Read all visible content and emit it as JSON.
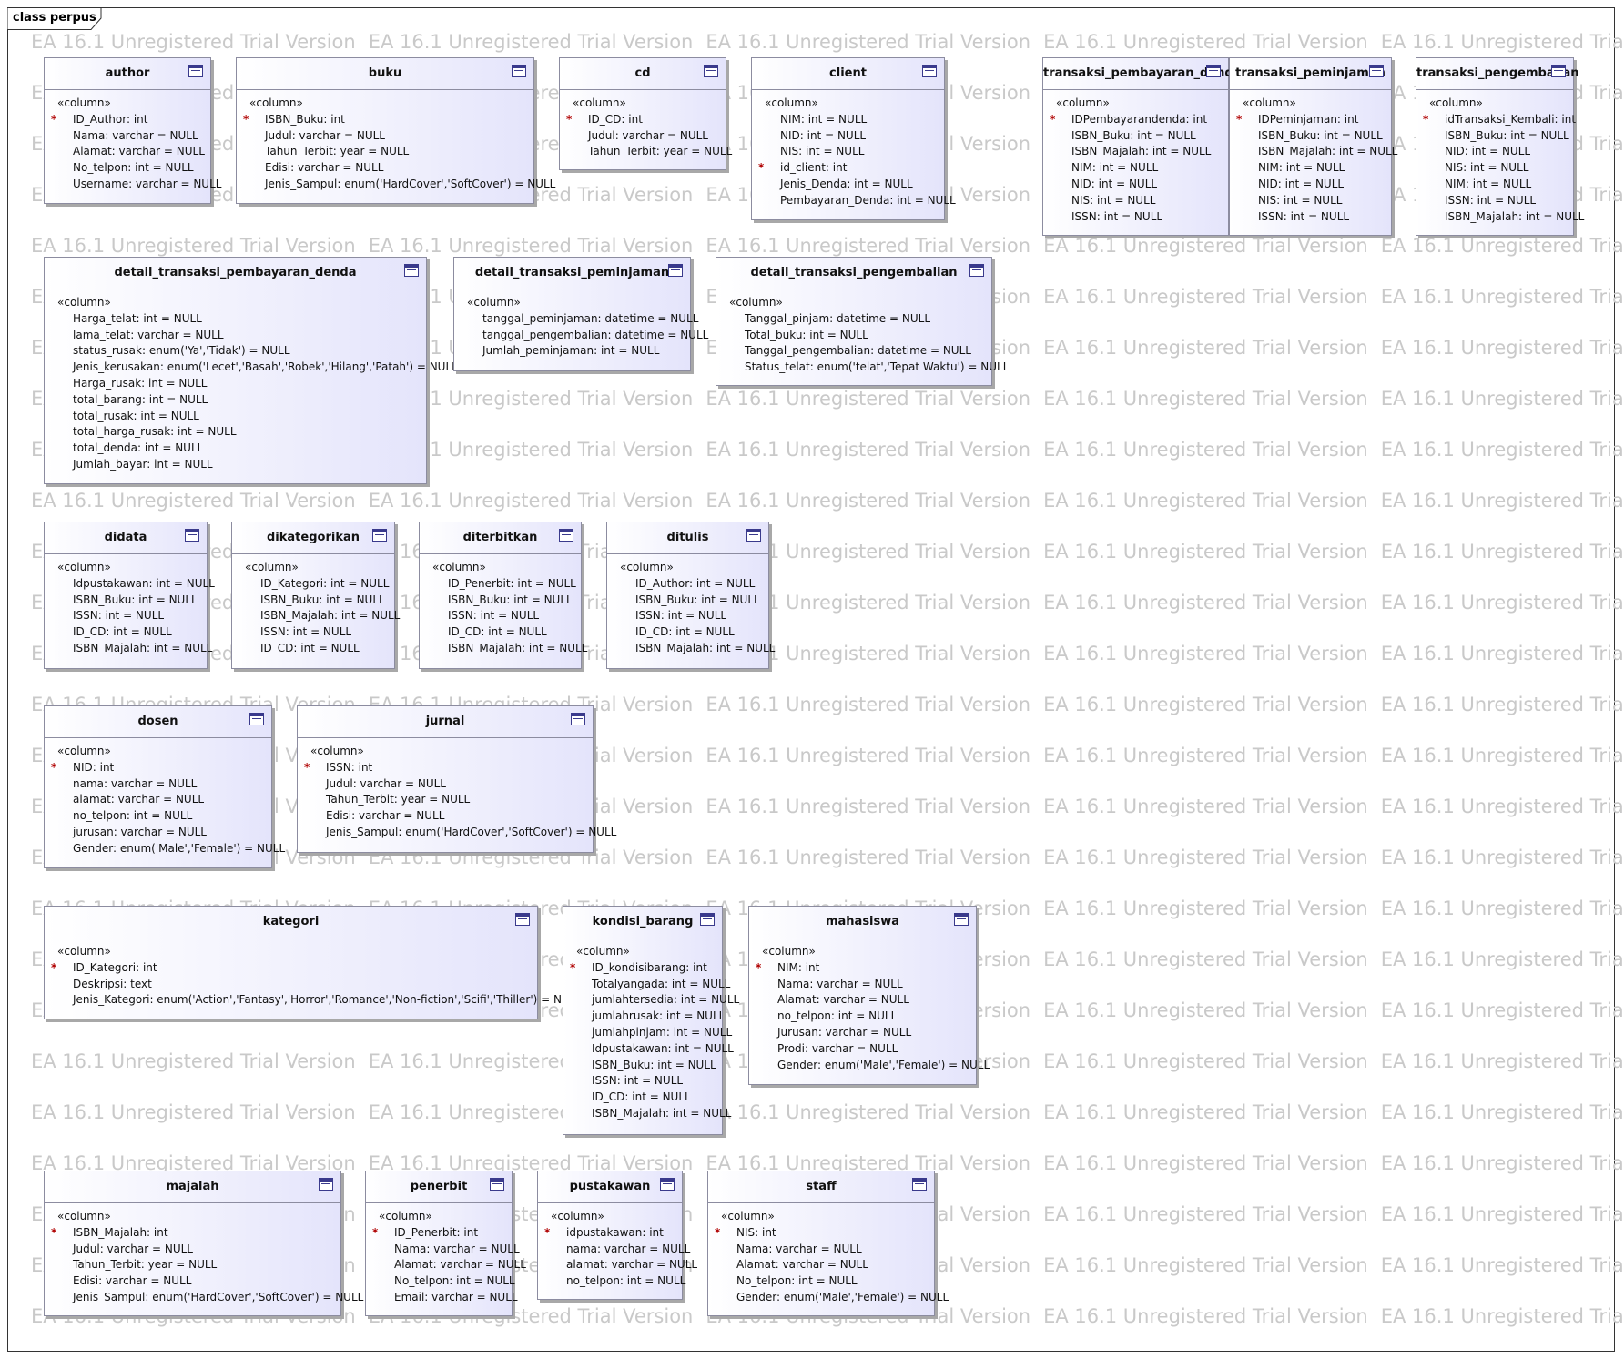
{
  "diagram": {
    "title": "class perpus"
  },
  "watermark": {
    "text": "EA 16.1 Unregistered Trial Version"
  },
  "entities": [
    {
      "name": "author",
      "stereotype": "«column»",
      "attributes": [
        {
          "pk": true,
          "text": "ID_Author: int"
        },
        {
          "pk": false,
          "text": "Nama: varchar = NULL"
        },
        {
          "pk": false,
          "text": "Alamat: varchar = NULL"
        },
        {
          "pk": false,
          "text": "No_telpon: int = NULL"
        },
        {
          "pk": false,
          "text": "Username: varchar = NULL"
        }
      ]
    },
    {
      "name": "buku",
      "stereotype": "«column»",
      "attributes": [
        {
          "pk": true,
          "text": "ISBN_Buku: int"
        },
        {
          "pk": false,
          "text": "Judul: varchar = NULL"
        },
        {
          "pk": false,
          "text": "Tahun_Terbit: year = NULL"
        },
        {
          "pk": false,
          "text": "Edisi: varchar = NULL"
        },
        {
          "pk": false,
          "text": "Jenis_Sampul: enum('HardCover','SoftCover') = NULL"
        }
      ]
    },
    {
      "name": "cd",
      "stereotype": "«column»",
      "attributes": [
        {
          "pk": true,
          "text": "ID_CD: int"
        },
        {
          "pk": false,
          "text": "Judul: varchar = NULL"
        },
        {
          "pk": false,
          "text": "Tahun_Terbit: year = NULL"
        }
      ]
    },
    {
      "name": "client",
      "stereotype": "«column»",
      "attributes": [
        {
          "pk": false,
          "text": "NIM: int = NULL"
        },
        {
          "pk": false,
          "text": "NID: int = NULL"
        },
        {
          "pk": false,
          "text": "NIS: int = NULL"
        },
        {
          "pk": true,
          "text": "id_client: int"
        },
        {
          "pk": false,
          "text": "Jenis_Denda: int = NULL"
        },
        {
          "pk": false,
          "text": "Pembayaran_Denda: int = NULL"
        }
      ]
    },
    {
      "name": "transaksi_pembayaran_denda",
      "stereotype": "«column»",
      "attributes": [
        {
          "pk": true,
          "text": "IDPembayarandenda: int"
        },
        {
          "pk": false,
          "text": "ISBN_Buku: int = NULL"
        },
        {
          "pk": false,
          "text": "ISBN_Majalah: int = NULL"
        },
        {
          "pk": false,
          "text": "NIM: int = NULL"
        },
        {
          "pk": false,
          "text": "NID: int = NULL"
        },
        {
          "pk": false,
          "text": "NIS: int = NULL"
        },
        {
          "pk": false,
          "text": "ISSN: int = NULL"
        }
      ]
    },
    {
      "name": "transaksi_peminjaman",
      "stereotype": "«column»",
      "attributes": [
        {
          "pk": true,
          "text": "IDPeminjaman: int"
        },
        {
          "pk": false,
          "text": "ISBN_Buku: int = NULL"
        },
        {
          "pk": false,
          "text": "ISBN_Majalah: int = NULL"
        },
        {
          "pk": false,
          "text": "NIM: int = NULL"
        },
        {
          "pk": false,
          "text": "NID: int = NULL"
        },
        {
          "pk": false,
          "text": "NIS: int = NULL"
        },
        {
          "pk": false,
          "text": "ISSN: int = NULL"
        }
      ]
    },
    {
      "name": "transaksi_pengembalian",
      "stereotype": "«column»",
      "attributes": [
        {
          "pk": true,
          "text": "idTransaksi_Kembali: int"
        },
        {
          "pk": false,
          "text": "ISBN_Buku: int = NULL"
        },
        {
          "pk": false,
          "text": "NID: int = NULL"
        },
        {
          "pk": false,
          "text": "NIS: int = NULL"
        },
        {
          "pk": false,
          "text": "NIM: int = NULL"
        },
        {
          "pk": false,
          "text": "ISSN: int = NULL"
        },
        {
          "pk": false,
          "text": "ISBN_Majalah: int = NULL"
        }
      ]
    },
    {
      "name": "detail_transaksi_pembayaran_denda",
      "stereotype": "«column»",
      "attributes": [
        {
          "pk": false,
          "text": "Harga_telat: int = NULL"
        },
        {
          "pk": false,
          "text": "lama_telat: varchar = NULL"
        },
        {
          "pk": false,
          "text": "status_rusak: enum('Ya','Tidak') = NULL"
        },
        {
          "pk": false,
          "text": "Jenis_kerusakan: enum('Lecet','Basah','Robek','Hilang','Patah') = NULL"
        },
        {
          "pk": false,
          "text": "Harga_rusak: int = NULL"
        },
        {
          "pk": false,
          "text": "total_barang: int = NULL"
        },
        {
          "pk": false,
          "text": "total_rusak: int = NULL"
        },
        {
          "pk": false,
          "text": "total_harga_rusak: int = NULL"
        },
        {
          "pk": false,
          "text": "total_denda: int = NULL"
        },
        {
          "pk": false,
          "text": "Jumlah_bayar: int = NULL"
        }
      ]
    },
    {
      "name": "detail_transaksi_peminjaman",
      "stereotype": "«column»",
      "attributes": [
        {
          "pk": false,
          "text": "tanggal_peminjaman: datetime = NULL"
        },
        {
          "pk": false,
          "text": "tanggal_pengembalian: datetime = NULL"
        },
        {
          "pk": false,
          "text": "Jumlah_peminjaman: int = NULL"
        }
      ]
    },
    {
      "name": "detail_transaksi_pengembalian",
      "stereotype": "«column»",
      "attributes": [
        {
          "pk": false,
          "text": "Tanggal_pinjam: datetime = NULL"
        },
        {
          "pk": false,
          "text": "Total_buku: int = NULL"
        },
        {
          "pk": false,
          "text": "Tanggal_pengembalian: datetime = NULL"
        },
        {
          "pk": false,
          "text": "Status_telat: enum('telat','Tepat Waktu') = NULL"
        }
      ]
    },
    {
      "name": "didata",
      "stereotype": "«column»",
      "attributes": [
        {
          "pk": false,
          "text": "Idpustakawan: int = NULL"
        },
        {
          "pk": false,
          "text": "ISBN_Buku: int = NULL"
        },
        {
          "pk": false,
          "text": "ISSN: int = NULL"
        },
        {
          "pk": false,
          "text": "ID_CD: int = NULL"
        },
        {
          "pk": false,
          "text": "ISBN_Majalah: int = NULL"
        }
      ]
    },
    {
      "name": "dikategorikan",
      "stereotype": "«column»",
      "attributes": [
        {
          "pk": false,
          "text": "ID_Kategori: int = NULL"
        },
        {
          "pk": false,
          "text": "ISBN_Buku: int = NULL"
        },
        {
          "pk": false,
          "text": "ISBN_Majalah: int = NULL"
        },
        {
          "pk": false,
          "text": "ISSN: int = NULL"
        },
        {
          "pk": false,
          "text": "ID_CD: int = NULL"
        }
      ]
    },
    {
      "name": "diterbitkan",
      "stereotype": "«column»",
      "attributes": [
        {
          "pk": false,
          "text": "ID_Penerbit: int = NULL"
        },
        {
          "pk": false,
          "text": "ISBN_Buku: int = NULL"
        },
        {
          "pk": false,
          "text": "ISSN: int = NULL"
        },
        {
          "pk": false,
          "text": "ID_CD: int = NULL"
        },
        {
          "pk": false,
          "text": "ISBN_Majalah: int = NULL"
        }
      ]
    },
    {
      "name": "ditulis",
      "stereotype": "«column»",
      "attributes": [
        {
          "pk": false,
          "text": "ID_Author: int = NULL"
        },
        {
          "pk": false,
          "text": "ISBN_Buku: int = NULL"
        },
        {
          "pk": false,
          "text": "ISSN: int = NULL"
        },
        {
          "pk": false,
          "text": "ID_CD: int = NULL"
        },
        {
          "pk": false,
          "text": "ISBN_Majalah: int = NULL"
        }
      ]
    },
    {
      "name": "dosen",
      "stereotype": "«column»",
      "attributes": [
        {
          "pk": true,
          "text": "NID: int"
        },
        {
          "pk": false,
          "text": "nama: varchar = NULL"
        },
        {
          "pk": false,
          "text": "alamat: varchar = NULL"
        },
        {
          "pk": false,
          "text": "no_telpon: int = NULL"
        },
        {
          "pk": false,
          "text": "jurusan: varchar = NULL"
        },
        {
          "pk": false,
          "text": "Gender: enum('Male','Female') = NULL"
        }
      ]
    },
    {
      "name": "jurnal",
      "stereotype": "«column»",
      "attributes": [
        {
          "pk": true,
          "text": "ISSN: int"
        },
        {
          "pk": false,
          "text": "Judul: varchar = NULL"
        },
        {
          "pk": false,
          "text": "Tahun_Terbit: year = NULL"
        },
        {
          "pk": false,
          "text": "Edisi: varchar = NULL"
        },
        {
          "pk": false,
          "text": "Jenis_Sampul: enum('HardCover','SoftCover') = NULL"
        }
      ]
    },
    {
      "name": "kategori",
      "stereotype": "«column»",
      "attributes": [
        {
          "pk": true,
          "text": "ID_Kategori: int"
        },
        {
          "pk": false,
          "text": "Deskripsi: text"
        },
        {
          "pk": false,
          "text": "Jenis_Kategori: enum('Action','Fantasy','Horror','Romance','Non-fiction','Scifi','Thiller') = NULL"
        }
      ]
    },
    {
      "name": "kondisi_barang",
      "stereotype": "«column»",
      "attributes": [
        {
          "pk": true,
          "text": "ID_kondisibarang: int"
        },
        {
          "pk": false,
          "text": "Totalyangada: int = NULL"
        },
        {
          "pk": false,
          "text": "jumlahtersedia: int = NULL"
        },
        {
          "pk": false,
          "text": "jumlahrusak: int = NULL"
        },
        {
          "pk": false,
          "text": "jumlahpinjam: int = NULL"
        },
        {
          "pk": false,
          "text": "Idpustakawan: int = NULL"
        },
        {
          "pk": false,
          "text": "ISBN_Buku: int = NULL"
        },
        {
          "pk": false,
          "text": "ISSN: int = NULL"
        },
        {
          "pk": false,
          "text": "ID_CD: int = NULL"
        },
        {
          "pk": false,
          "text": "ISBN_Majalah: int = NULL"
        }
      ]
    },
    {
      "name": "mahasiswa",
      "stereotype": "«column»",
      "attributes": [
        {
          "pk": true,
          "text": "NIM: int"
        },
        {
          "pk": false,
          "text": "Nama: varchar = NULL"
        },
        {
          "pk": false,
          "text": "Alamat: varchar = NULL"
        },
        {
          "pk": false,
          "text": "no_telpon: int = NULL"
        },
        {
          "pk": false,
          "text": "Jurusan: varchar = NULL"
        },
        {
          "pk": false,
          "text": "Prodi: varchar = NULL"
        },
        {
          "pk": false,
          "text": "Gender: enum('Male','Female') = NULL"
        }
      ]
    },
    {
      "name": "majalah",
      "stereotype": "«column»",
      "attributes": [
        {
          "pk": true,
          "text": "ISBN_Majalah: int"
        },
        {
          "pk": false,
          "text": "Judul: varchar = NULL"
        },
        {
          "pk": false,
          "text": "Tahun_Terbit: year = NULL"
        },
        {
          "pk": false,
          "text": "Edisi: varchar = NULL"
        },
        {
          "pk": false,
          "text": "Jenis_Sampul: enum('HardCover','SoftCover') = NULL"
        }
      ]
    },
    {
      "name": "penerbit",
      "stereotype": "«column»",
      "attributes": [
        {
          "pk": true,
          "text": "ID_Penerbit: int"
        },
        {
          "pk": false,
          "text": "Nama: varchar = NULL"
        },
        {
          "pk": false,
          "text": "Alamat: varchar = NULL"
        },
        {
          "pk": false,
          "text": "No_telpon: int = NULL"
        },
        {
          "pk": false,
          "text": "Email: varchar = NULL"
        }
      ]
    },
    {
      "name": "pustakawan",
      "stereotype": "«column»",
      "attributes": [
        {
          "pk": true,
          "text": "idpustakawan: int"
        },
        {
          "pk": false,
          "text": "nama: varchar = NULL"
        },
        {
          "pk": false,
          "text": "alamat: varchar = NULL"
        },
        {
          "pk": false,
          "text": "no_telpon: int = NULL"
        }
      ]
    },
    {
      "name": "staff",
      "stereotype": "«column»",
      "attributes": [
        {
          "pk": true,
          "text": "NIS: int"
        },
        {
          "pk": false,
          "text": "Nama: varchar = NULL"
        },
        {
          "pk": false,
          "text": "Alamat: varchar = NULL"
        },
        {
          "pk": false,
          "text": "No_telpon: int = NULL"
        },
        {
          "pk": false,
          "text": "Gender: enum('Male','Female') = NULL"
        }
      ]
    }
  ]
}
